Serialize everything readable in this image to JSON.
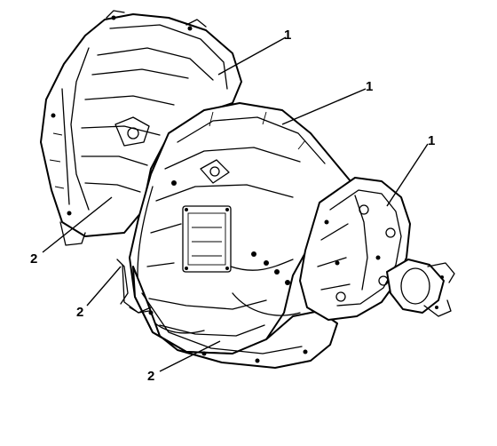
{
  "callouts": [
    {
      "label": "1"
    },
    {
      "label": "1"
    },
    {
      "label": "1"
    },
    {
      "label": "2"
    },
    {
      "label": "2"
    },
    {
      "label": "2"
    }
  ],
  "colors": {
    "ink": "#000000",
    "background": "#ffffff"
  }
}
